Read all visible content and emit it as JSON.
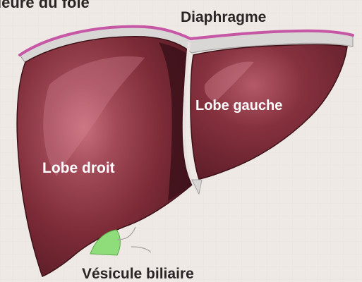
{
  "labels": {
    "top_left_cropped": "ieure du foie",
    "diaphragm": "Diaphragme",
    "left_lobe": "Lobe gauche",
    "right_lobe": "Lobe droit",
    "gallbladder": "Vésicule biliaire"
  },
  "colors": {
    "background": "#efe9e6",
    "liver": "#7a2a35",
    "liver_shadow": "#4a1720",
    "liver_highlight": "#b85a68",
    "diaphragm_rim": "#c657a5",
    "gallbladder": "#8fdc7a",
    "label_dark": "#2a2424",
    "label_light": "#ffffff"
  }
}
